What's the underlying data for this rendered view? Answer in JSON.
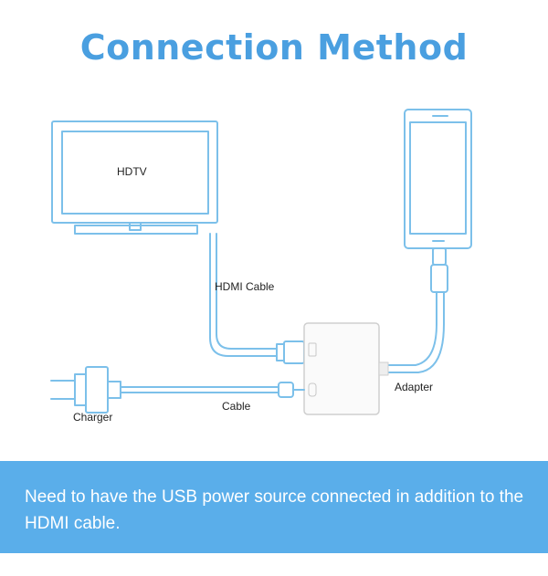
{
  "title": "Connection Method",
  "labels": {
    "hdtv": "HDTV",
    "hdmi_cable": "HDMI Cable",
    "adapter": "Adapter",
    "cable": "Cable",
    "charger": "Charger"
  },
  "banner": {
    "text": "Need to have the USB power source connected in addition to the HDMI cable."
  },
  "colors": {
    "title": "#4a9fe0",
    "line_art": "#7cc0ea",
    "banner": "#5aaeea",
    "banner_text": "#ffffff",
    "adapter_body": "#fafafa"
  }
}
